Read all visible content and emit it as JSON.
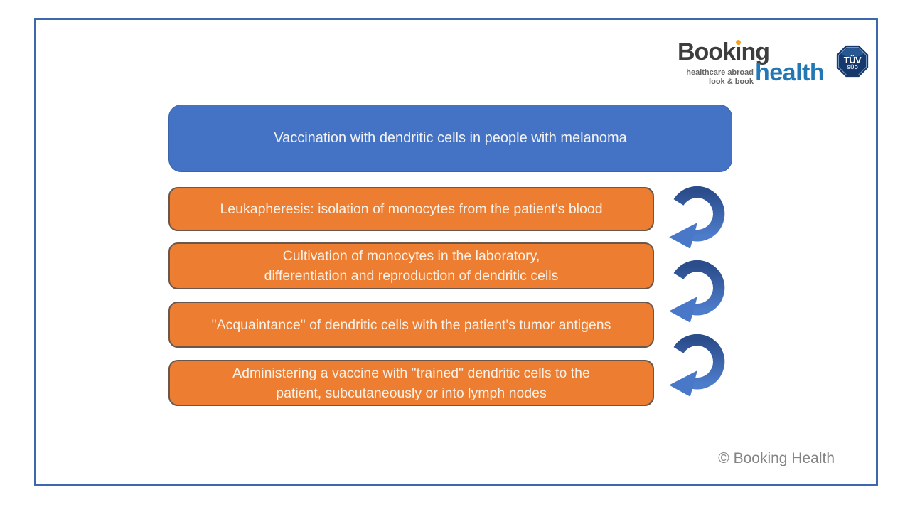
{
  "theme": {
    "frame_blue": "#3e68ae",
    "accent_blue": "#4472c4",
    "accent_blue_border": "#3a63a8",
    "accent_orange": "#ed7d31",
    "orange_border": "#6b564a",
    "arrow_dark": "#2b4d8c",
    "arrow_light": "#4d7ccb",
    "logo_dark": "#3d3d3d",
    "logo_blue": "#2477b5",
    "logo_dot": "#f0a321",
    "copyright_gray": "#848484",
    "badge_navy": "#17386b"
  },
  "logo": {
    "booking_part1": "Book",
    "booking_part2": "i",
    "booking_part3": "ng",
    "health": "health",
    "tagline_line1": "healthcare abroad",
    "tagline_line2": "look & book",
    "badge_line1": "TÜV",
    "badge_line2": "SÜD"
  },
  "diagram": {
    "title": "Vaccination with dendritic cells in people with melanoma",
    "steps": [
      {
        "label": "Leukapheresis: isolation of monocytes from the patient's blood"
      },
      {
        "label": "Cultivation of monocytes in the laboratory,\ndifferentiation and reproduction of dendritic cells"
      },
      {
        "label": "\"Acquaintance\" of dendritic cells with the patient's tumor antigens"
      },
      {
        "label": "Administering a vaccine with \"trained\" dendritic cells to the\npatient, subcutaneously or into lymph nodes"
      }
    ]
  },
  "footer": {
    "copyright": "© Booking Health"
  }
}
